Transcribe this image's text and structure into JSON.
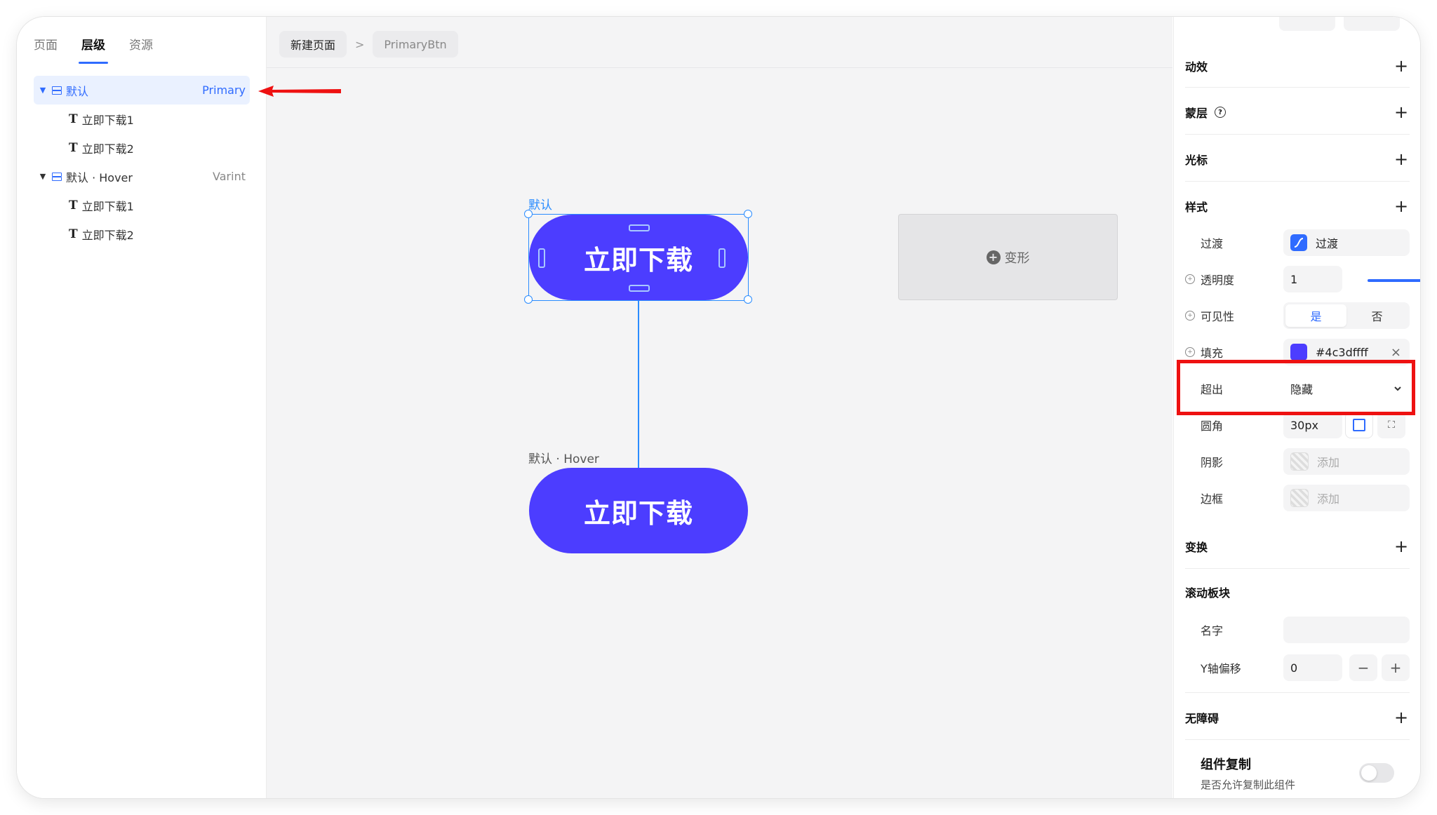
{
  "left_panel": {
    "tabs": [
      {
        "label": "页面"
      },
      {
        "label": "层级",
        "active": true
      },
      {
        "label": "资源"
      }
    ],
    "tree": [
      {
        "label": "默认",
        "variant": "Primary",
        "selected": true,
        "children": [
          "立即下载1",
          "立即下载2"
        ]
      },
      {
        "label": "默认 · Hover",
        "variant": "Varint",
        "selected": false,
        "children": [
          "立即下载1",
          "立即下载2"
        ]
      }
    ]
  },
  "canvas": {
    "breadcrumb": [
      "新建页面",
      "PrimaryBtn"
    ],
    "breadcrumb_sep": ">",
    "default_frame_label": "默认",
    "hover_frame_label": "默认 · Hover",
    "button_text": "立即下载",
    "button_color": "#4c3dff",
    "add_variant_label": "变形"
  },
  "right_panel": {
    "sections": {
      "animation": "动效",
      "mask": "蒙层",
      "cursor": "光标",
      "style": "样式",
      "transform": "变换",
      "scroll_block": "滚动板块",
      "accessibility": "无障碍"
    },
    "add_symbol": "+",
    "props": {
      "transition": {
        "label": "过渡",
        "value": "过渡"
      },
      "opacity": {
        "label": "透明度",
        "value": "1",
        "level": 1
      },
      "visibility": {
        "label": "可见性",
        "yes": "是",
        "no": "否",
        "selected": "是"
      },
      "fill": {
        "label": "填充",
        "value": "#4c3dffff",
        "color": "#4c3dff",
        "clear": "×"
      },
      "overflow": {
        "label": "超出",
        "value": "隐藏"
      },
      "radius": {
        "label": "圆角",
        "value": "30px"
      },
      "shadow": {
        "label": "阴影",
        "placeholder": "添加"
      },
      "border": {
        "label": "边框",
        "placeholder": "添加"
      },
      "name": {
        "label": "名字",
        "value": ""
      },
      "y_offset": {
        "label": "Y轴偏移",
        "value": "0",
        "minus": "−",
        "plus": "+"
      }
    },
    "copy_component": {
      "title": "组件复制",
      "desc": "是否允许复制此组件",
      "enabled": false
    }
  },
  "colors": {
    "accent": "#2f6bff",
    "annotation": "#ee1111"
  }
}
